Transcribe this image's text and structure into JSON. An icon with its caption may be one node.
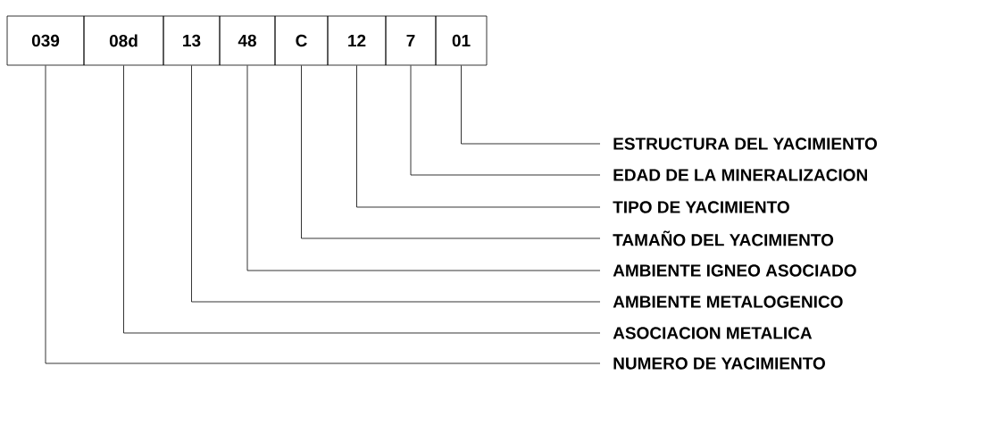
{
  "diagram": {
    "nodes": [
      {
        "text": [
          "039"
        ]
      },
      {
        "text": [
          "08d"
        ]
      },
      {
        "text": [
          "13"
        ]
      },
      {
        "text": [
          "48"
        ]
      },
      {
        "text": [
          "C"
        ]
      },
      {
        "text": [
          "12"
        ]
      },
      {
        "text": [
          "7"
        ]
      },
      {
        "text": [
          "01"
        ]
      },
      {
        "text": [
          "ESTRUCTURA DEL YACIMIENTO"
        ]
      },
      {
        "text": [
          "EDAD DE LA MINERALIZACION"
        ]
      },
      {
        "text": [
          "TIPO DE YACIMIENTO"
        ]
      },
      {
        "text": [
          "TAMAÑO DEL YACIMIENTO"
        ]
      },
      {
        "text": [
          "AMBIENTE IGNEO ASOCIADO"
        ]
      },
      {
        "text": [
          "AMBIENTE METALOGENICO"
        ]
      },
      {
        "text": [
          "ASOCIACION METALICA"
        ]
      },
      {
        "text": [
          "NUMERO DE YACIMIENTO"
        ]
      }
    ],
    "edges": [
      {
        "from": 7,
        "to": 8,
        "arrow": "none"
      },
      {
        "from": 6,
        "to": 9,
        "arrow": "none"
      },
      {
        "from": 5,
        "to": 10,
        "arrow": "none"
      },
      {
        "from": 4,
        "to": 11,
        "arrow": "none"
      },
      {
        "from": 3,
        "to": 12,
        "arrow": "none"
      },
      {
        "from": 2,
        "to": 13,
        "arrow": "none"
      },
      {
        "from": 1,
        "to": 14,
        "arrow": "none"
      },
      {
        "from": 0,
        "to": 15,
        "arrow": "none"
      }
    ]
  }
}
